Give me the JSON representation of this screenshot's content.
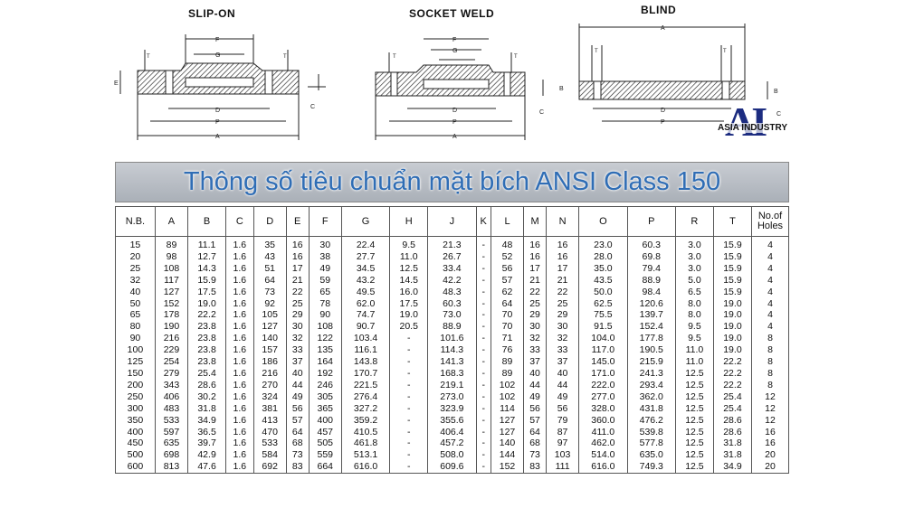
{
  "diagrams": {
    "slip_on_title": "SLIP-ON",
    "socket_weld_title": "SOCKET WELD",
    "blind_title": "BLIND"
  },
  "logo": {
    "mark": "AI",
    "name": "ASIA INDUSTRY"
  },
  "banner": {
    "title": "Thông số tiêu chuẩn mặt bích ANSI Class 150"
  },
  "table": {
    "headers": [
      "N.B.",
      "A",
      "B",
      "C",
      "D",
      "E",
      "F",
      "G",
      "H",
      "J",
      "K",
      "L",
      "M",
      "N",
      "O",
      "P",
      "R",
      "T",
      "No.of Holes"
    ],
    "rows": [
      [
        "15",
        "89",
        "11.1",
        "1.6",
        "35",
        "16",
        "30",
        "22.4",
        "9.5",
        "21.3",
        "-",
        "48",
        "16",
        "16",
        "23.0",
        "60.3",
        "3.0",
        "15.9",
        "4"
      ],
      [
        "20",
        "98",
        "12.7",
        "1.6",
        "43",
        "16",
        "38",
        "27.7",
        "11.0",
        "26.7",
        "-",
        "52",
        "16",
        "16",
        "28.0",
        "69.8",
        "3.0",
        "15.9",
        "4"
      ],
      [
        "25",
        "108",
        "14.3",
        "1.6",
        "51",
        "17",
        "49",
        "34.5",
        "12.5",
        "33.4",
        "-",
        "56",
        "17",
        "17",
        "35.0",
        "79.4",
        "3.0",
        "15.9",
        "4"
      ],
      [
        "32",
        "117",
        "15.9",
        "1.6",
        "64",
        "21",
        "59",
        "43.2",
        "14.5",
        "42.2",
        "-",
        "57",
        "21",
        "21",
        "43.5",
        "88.9",
        "5.0",
        "15.9",
        "4"
      ],
      [
        "40",
        "127",
        "17.5",
        "1.6",
        "73",
        "22",
        "65",
        "49.5",
        "16.0",
        "48.3",
        "-",
        "62",
        "22",
        "22",
        "50.0",
        "98.4",
        "6.5",
        "15.9",
        "4"
      ],
      [
        "50",
        "152",
        "19.0",
        "1.6",
        "92",
        "25",
        "78",
        "62.0",
        "17.5",
        "60.3",
        "-",
        "64",
        "25",
        "25",
        "62.5",
        "120.6",
        "8.0",
        "19.0",
        "4"
      ],
      [
        "65",
        "178",
        "22.2",
        "1.6",
        "105",
        "29",
        "90",
        "74.7",
        "19.0",
        "73.0",
        "-",
        "70",
        "29",
        "29",
        "75.5",
        "139.7",
        "8.0",
        "19.0",
        "4"
      ],
      [
        "80",
        "190",
        "23.8",
        "1.6",
        "127",
        "30",
        "108",
        "90.7",
        "20.5",
        "88.9",
        "-",
        "70",
        "30",
        "30",
        "91.5",
        "152.4",
        "9.5",
        "19.0",
        "4"
      ],
      [
        "90",
        "216",
        "23.8",
        "1.6",
        "140",
        "32",
        "122",
        "103.4",
        "-",
        "101.6",
        "-",
        "71",
        "32",
        "32",
        "104.0",
        "177.8",
        "9.5",
        "19.0",
        "8"
      ],
      [
        "100",
        "229",
        "23.8",
        "1.6",
        "157",
        "33",
        "135",
        "116.1",
        "-",
        "114.3",
        "-",
        "76",
        "33",
        "33",
        "117.0",
        "190.5",
        "11.0",
        "19.0",
        "8"
      ],
      [
        "125",
        "254",
        "23.8",
        "1.6",
        "186",
        "37",
        "164",
        "143.8",
        "-",
        "141.3",
        "-",
        "89",
        "37",
        "37",
        "145.0",
        "215.9",
        "11.0",
        "22.2",
        "8"
      ],
      [
        "150",
        "279",
        "25.4",
        "1.6",
        "216",
        "40",
        "192",
        "170.7",
        "-",
        "168.3",
        "-",
        "89",
        "40",
        "40",
        "171.0",
        "241.3",
        "12.5",
        "22.2",
        "8"
      ],
      [
        "200",
        "343",
        "28.6",
        "1.6",
        "270",
        "44",
        "246",
        "221.5",
        "-",
        "219.1",
        "-",
        "102",
        "44",
        "44",
        "222.0",
        "293.4",
        "12.5",
        "22.2",
        "8"
      ],
      [
        "250",
        "406",
        "30.2",
        "1.6",
        "324",
        "49",
        "305",
        "276.4",
        "-",
        "273.0",
        "-",
        "102",
        "49",
        "49",
        "277.0",
        "362.0",
        "12.5",
        "25.4",
        "12"
      ],
      [
        "300",
        "483",
        "31.8",
        "1.6",
        "381",
        "56",
        "365",
        "327.2",
        "-",
        "323.9",
        "-",
        "114",
        "56",
        "56",
        "328.0",
        "431.8",
        "12.5",
        "25.4",
        "12"
      ],
      [
        "350",
        "533",
        "34.9",
        "1.6",
        "413",
        "57",
        "400",
        "359.2",
        "-",
        "355.6",
        "-",
        "127",
        "57",
        "79",
        "360.0",
        "476.2",
        "12.5",
        "28.6",
        "12"
      ],
      [
        "400",
        "597",
        "36.5",
        "1.6",
        "470",
        "64",
        "457",
        "410.5",
        "-",
        "406.4",
        "-",
        "127",
        "64",
        "87",
        "411.0",
        "539.8",
        "12.5",
        "28.6",
        "16"
      ],
      [
        "450",
        "635",
        "39.7",
        "1.6",
        "533",
        "68",
        "505",
        "461.8",
        "-",
        "457.2",
        "-",
        "140",
        "68",
        "97",
        "462.0",
        "577.8",
        "12.5",
        "31.8",
        "16"
      ],
      [
        "500",
        "698",
        "42.9",
        "1.6",
        "584",
        "73",
        "559",
        "513.1",
        "-",
        "508.0",
        "-",
        "144",
        "73",
        "103",
        "514.0",
        "635.0",
        "12.5",
        "31.8",
        "20"
      ],
      [
        "600",
        "813",
        "47.6",
        "1.6",
        "692",
        "83",
        "664",
        "616.0",
        "-",
        "609.6",
        "-",
        "152",
        "83",
        "111",
        "616.0",
        "749.3",
        "12.5",
        "34.9",
        "20"
      ]
    ]
  }
}
